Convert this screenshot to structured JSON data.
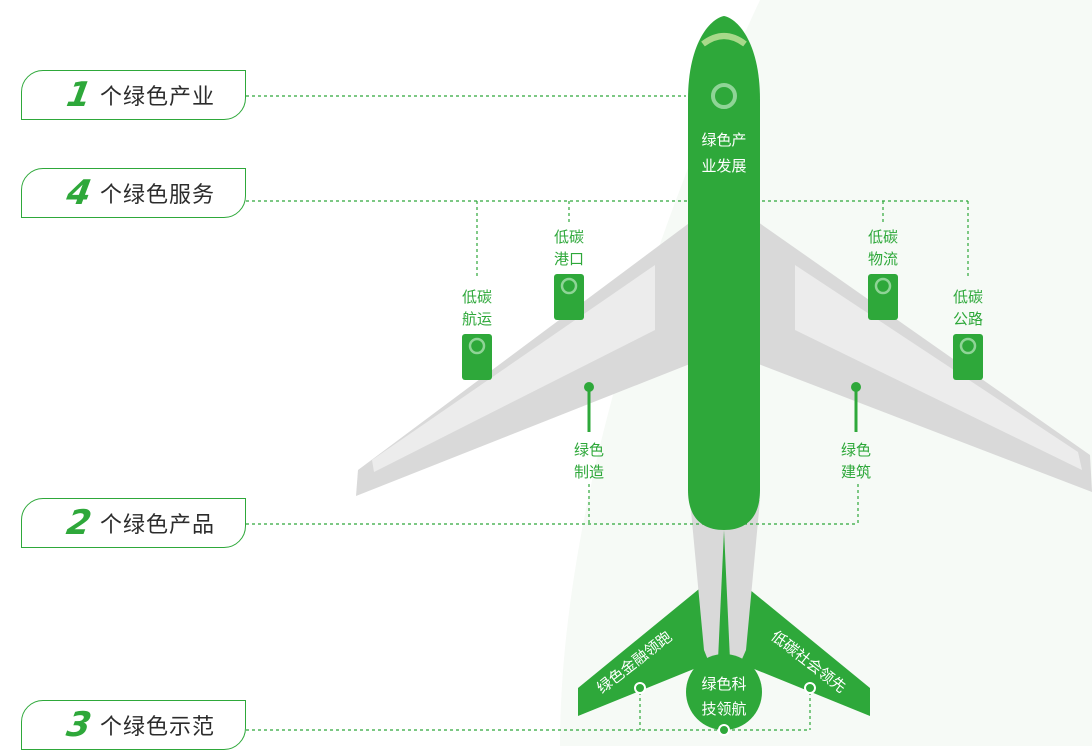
{
  "callouts": [
    {
      "num": "1",
      "label": "个绿色产业"
    },
    {
      "num": "4",
      "label": "个绿色服务"
    },
    {
      "num": "2",
      "label": "个绿色产品"
    },
    {
      "num": "3",
      "label": "个绿色示范"
    }
  ],
  "fuselage": {
    "line1": "绿色产",
    "line2": "业发展"
  },
  "services": [
    {
      "line1": "低碳",
      "line2": "航运"
    },
    {
      "line1": "低碳",
      "line2": "港口"
    },
    {
      "line1": "低碳",
      "line2": "物流"
    },
    {
      "line1": "低碳",
      "line2": "公路"
    }
  ],
  "products": [
    {
      "line1": "绿色",
      "line2": "制造"
    },
    {
      "line1": "绿色",
      "line2": "建筑"
    }
  ],
  "demos": {
    "left_tail": "绿色金融领跑",
    "right_tail": "低碳社会领先",
    "engine_line1": "绿色科",
    "engine_line2": "技领航"
  },
  "colors": {
    "brand_green": "#2ea83a",
    "wing_gray": "#d9d9d9"
  }
}
